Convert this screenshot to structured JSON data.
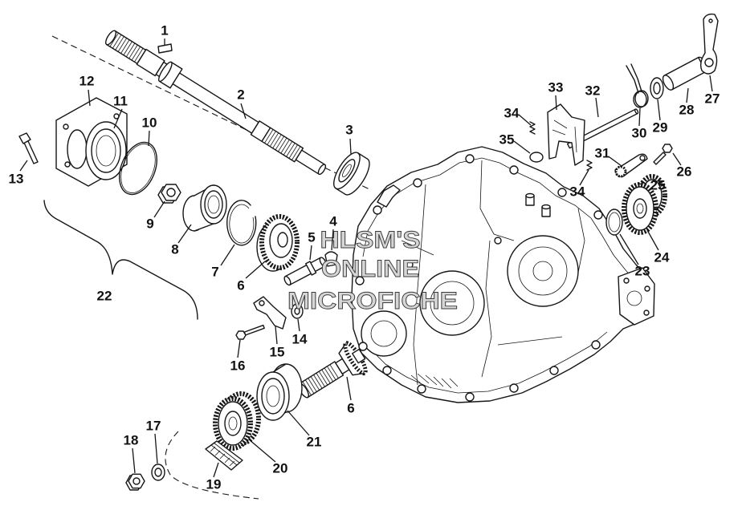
{
  "watermark": {
    "line1": "HLSM'S",
    "line2": "ONLINE",
    "line3": "MICROFICHE"
  },
  "callouts": [
    "1",
    "2",
    "3",
    "4",
    "5",
    "6",
    "6",
    "7",
    "8",
    "9",
    "10",
    "11",
    "12",
    "13",
    "14",
    "15",
    "16",
    "17",
    "18",
    "19",
    "20",
    "21",
    "22",
    "23",
    "24",
    "25",
    "26",
    "27",
    "28",
    "29",
    "30",
    "31",
    "32",
    "33",
    "34",
    "34",
    "35"
  ]
}
